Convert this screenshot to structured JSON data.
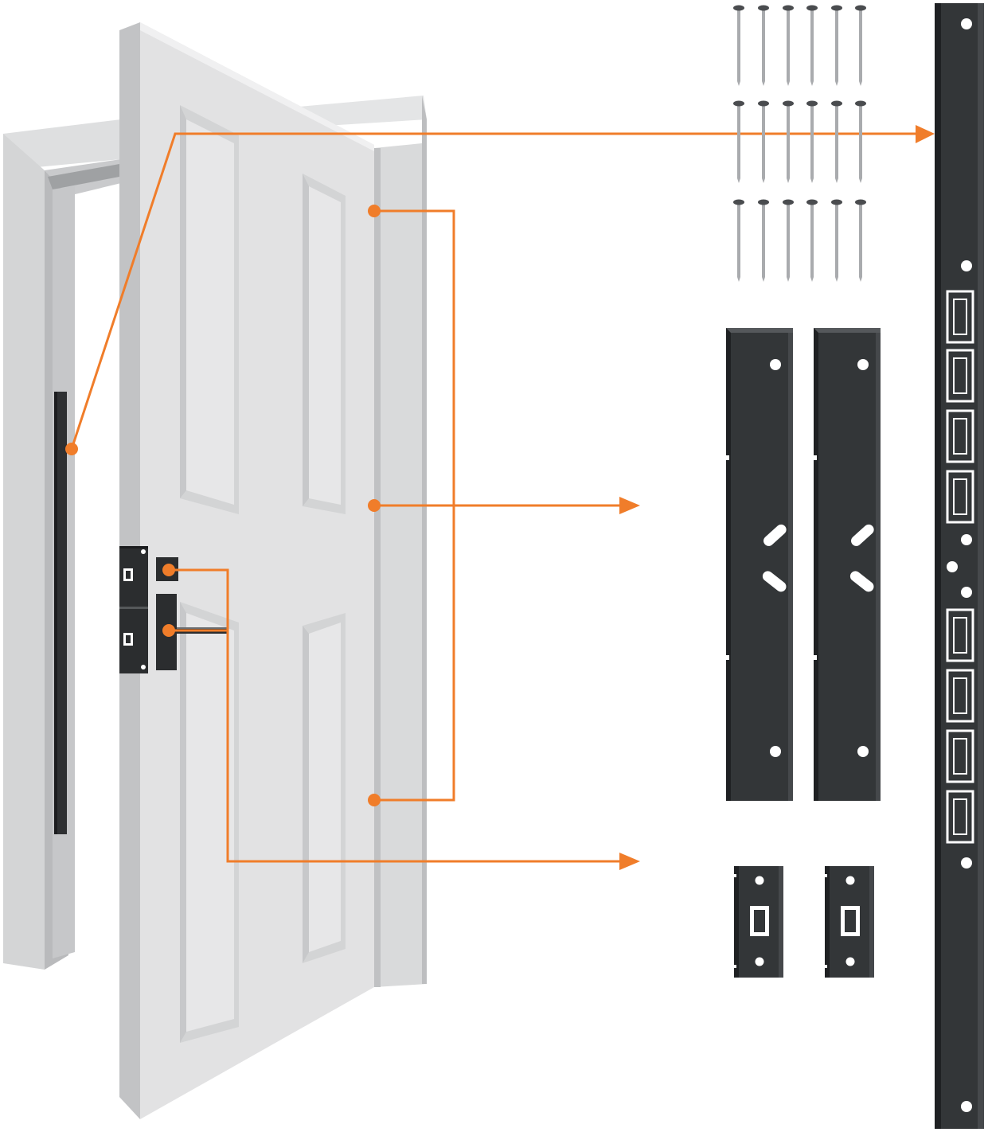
{
  "colors": {
    "background": "#ffffff",
    "accent_orange": "#f07d2a",
    "metal_black": "#333638",
    "metal_edge": "#1f2123",
    "door_white": "#dcdcdd",
    "door_shadow": "#c4c5c7",
    "frame_gray": "#cfd0d2",
    "screw_silver": "#a9abae"
  },
  "components": {
    "door": "door-illustration",
    "jamb_plate": "long-jamb-reinforcement-plate",
    "hinge_plates": "hinge-reinforcement-plates",
    "strike_plates": "strike-reinforcement-plates",
    "screws": "mounting-screws"
  },
  "screw_count": 18,
  "hinge_plate_count": 2,
  "strike_plate_count": 2
}
